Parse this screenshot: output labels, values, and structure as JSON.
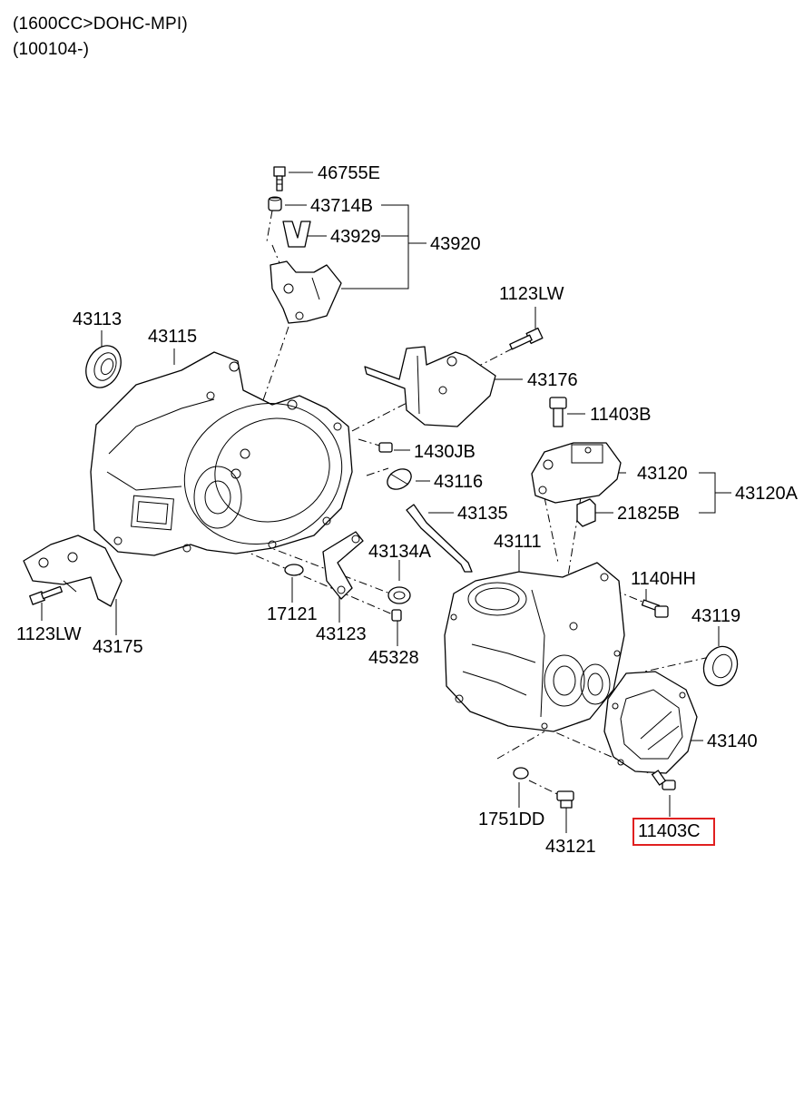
{
  "header": {
    "line1": "(1600CC>DOHC-MPI)",
    "line2": "(100104-)"
  },
  "parts": {
    "p46755E": "46755E",
    "p43714B": "43714B",
    "p43929": "43929",
    "p43920": "43920",
    "p1123LW_top": "1123LW",
    "p43113": "43113",
    "p43115": "43115",
    "p43176": "43176",
    "p11403B": "11403B",
    "p1430JB": "1430JB",
    "p43116": "43116",
    "p43120": "43120",
    "p43120A": "43120A",
    "p21825B": "21825B",
    "p43135": "43135",
    "p43111": "43111",
    "p43134A": "43134A",
    "p1140HH": "1140HH",
    "p43119": "43119",
    "p17121": "17121",
    "p43123": "43123",
    "p45328": "45328",
    "p1123LW_bottom": "1123LW",
    "p43175": "43175",
    "p43140": "43140",
    "p1751DD": "1751DD",
    "p43121": "43121",
    "p11403C": "11403C"
  },
  "highlight": {
    "part": "11403C",
    "color": "#e02020"
  }
}
